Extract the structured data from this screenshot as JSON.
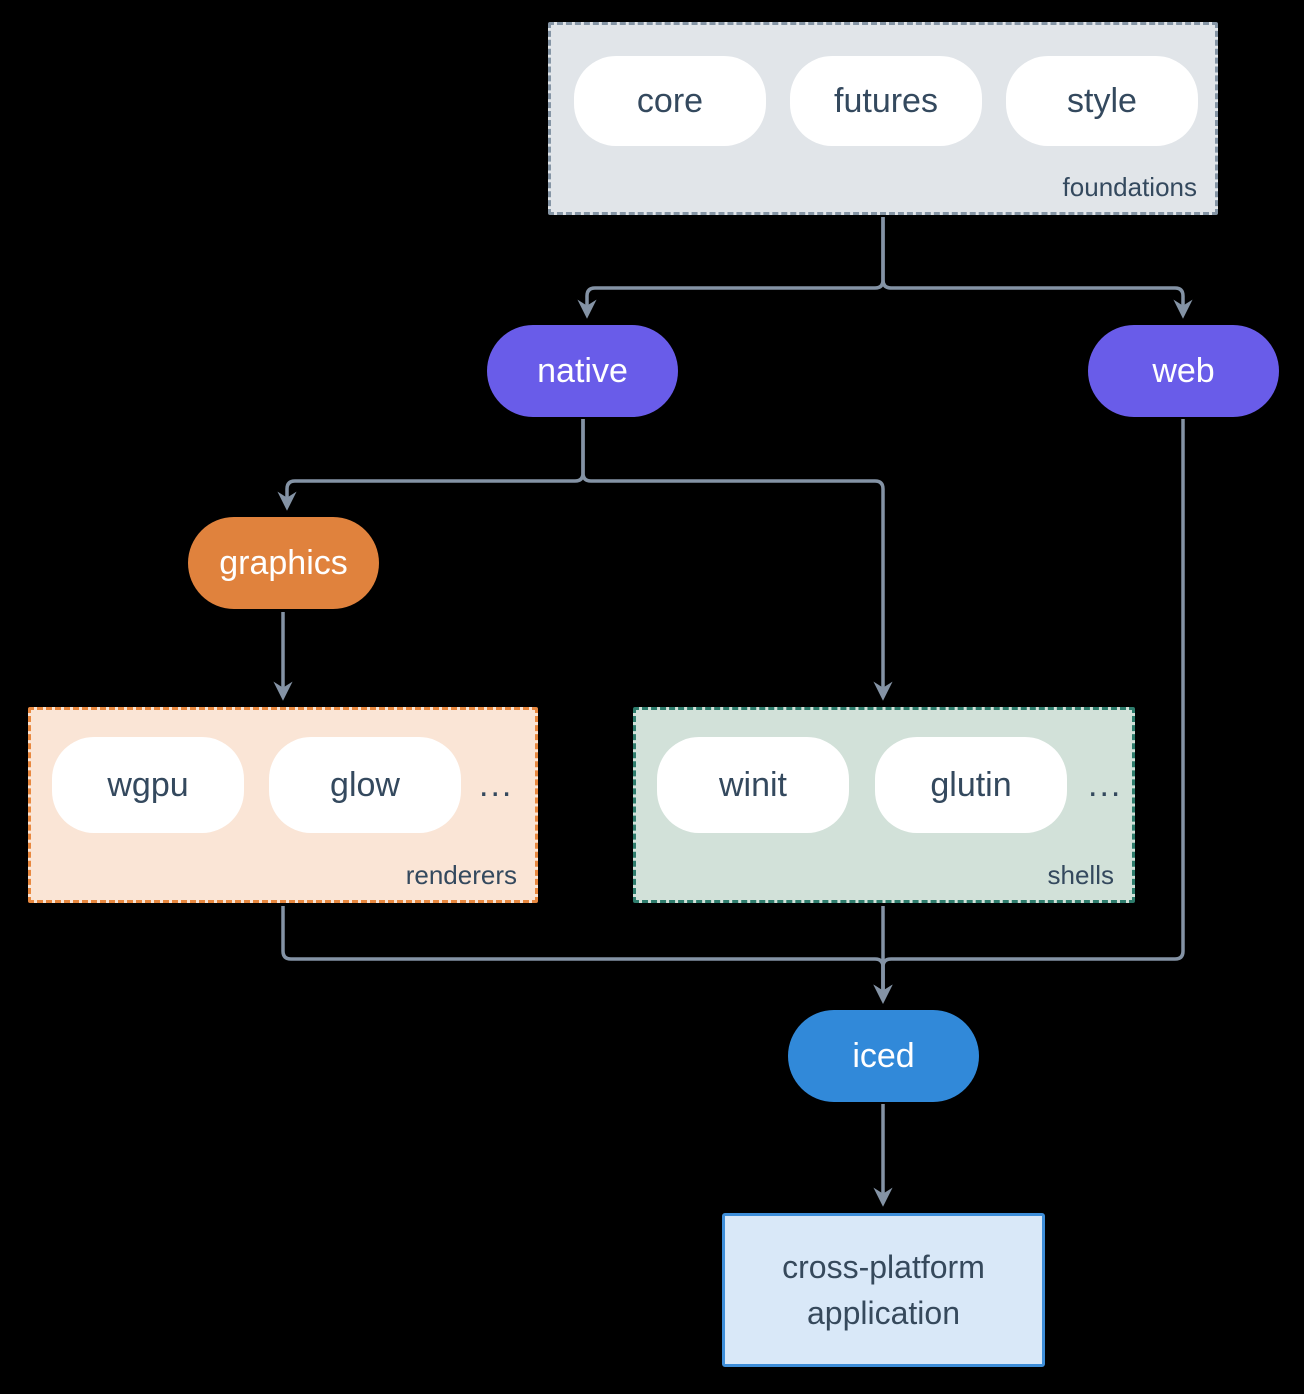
{
  "diagram": {
    "background": "#000000",
    "arrow_color": "#8493a5",
    "label_color": "#34495e",
    "groups": {
      "foundations": {
        "label": "foundations",
        "fill": "#e1e5e9",
        "border": "#8595a5",
        "pills": [
          "core",
          "futures",
          "style"
        ]
      },
      "renderers": {
        "label": "renderers",
        "fill": "#fae5d6",
        "border": "#e8883f",
        "pills": [
          "wgpu",
          "glow"
        ],
        "ellipsis": "..."
      },
      "shells": {
        "label": "shells",
        "fill": "#d2e1d9",
        "border": "#2e7c6c",
        "pills": [
          "winit",
          "glutin"
        ],
        "ellipsis": "..."
      }
    },
    "nodes": {
      "native": {
        "label": "native",
        "fill": "#695ce9",
        "text": "#ffffff"
      },
      "web": {
        "label": "web",
        "fill": "#695ce9",
        "text": "#ffffff"
      },
      "graphics": {
        "label": "graphics",
        "fill": "#e0823d",
        "text": "#ffffff"
      },
      "iced": {
        "label": "iced",
        "fill": "#3189d9",
        "text": "#ffffff"
      },
      "application": {
        "label": "cross-platform application",
        "fill": "#d9e8f8",
        "border": "#3e8ed9",
        "text": "#36495c"
      }
    }
  }
}
